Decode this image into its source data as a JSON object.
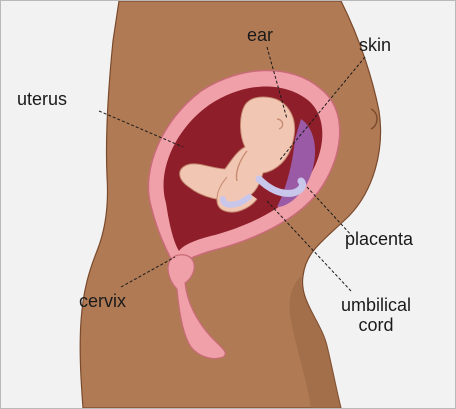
{
  "labels": {
    "ear": "ear",
    "skin": "skin",
    "uterus": "uterus",
    "placenta": "placenta",
    "cervix": "cervix",
    "umbilical_cord_line1": "umbilical",
    "umbilical_cord_line2": "cord"
  },
  "colors": {
    "background": "#f2f2f2",
    "body_skin": "#b07a55",
    "body_shade": "#8f5c3c",
    "uterus_wall": "#f0a0a8",
    "uterus_inner": "#8e1f2a",
    "fetus": "#f1c7b3",
    "placenta": "#9b5aa6",
    "cord": "#c9c6ec",
    "leader_line": "#1a1a1a"
  }
}
